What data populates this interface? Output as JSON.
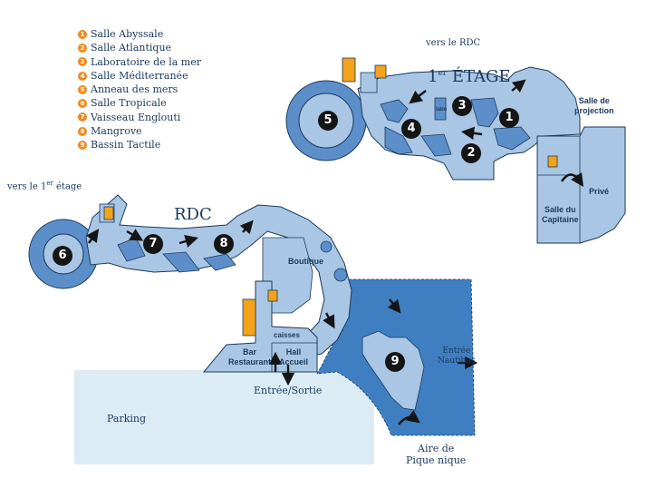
{
  "legend": [
    {
      "num": "1",
      "label": "Salle Abyssale"
    },
    {
      "num": "2",
      "label": "Salle Atlantique"
    },
    {
      "num": "3",
      "label": "Laboratoire de la mer"
    },
    {
      "num": "4",
      "label": "Salle Méditerranée"
    },
    {
      "num": "5",
      "label": "Anneau des mers"
    },
    {
      "num": "6",
      "label": "Salle Tropicale"
    },
    {
      "num": "7",
      "label": "Vaisseau Englouti"
    },
    {
      "num": "8",
      "label": "Mangrove"
    },
    {
      "num": "9",
      "label": "Bassin Tactile"
    }
  ],
  "floor_labels": {
    "upper_prefix": "1",
    "upper_sup": "er",
    "upper_suffix": " ÉTAGE",
    "ground": "RDC"
  },
  "stair_links": {
    "to_rdc": "vers le RDC",
    "to_first_prefix": "vers le 1",
    "to_first_sup": "er",
    "to_first_suffix": " étage"
  },
  "rooms": {
    "projection_line1": "Salle de",
    "projection_line2": "projection",
    "prive": "Privé",
    "capitaine_line1": "Salle du",
    "capitaine_line2": "Capitaine",
    "boutique": "Boutique",
    "caisses": "caisses",
    "bar_line1": "Bar",
    "bar_line2": "Restaurant",
    "hall_line1": "Hall",
    "hall_line2": "Accueil",
    "labo_tag": "labo"
  },
  "outside": {
    "entree_sortie": "Entrée/Sortie",
    "parking": "Parking",
    "nautibus_line1": "Entrée",
    "nautibus_line2": "Nautibus",
    "pique_line1": "Aire de",
    "pique_line2": "Pique nique"
  },
  "zone_numbers": [
    "1",
    "2",
    "3",
    "4",
    "5",
    "6",
    "7",
    "8",
    "9"
  ],
  "colors": {
    "building_fill": "#a9c6e4",
    "tank_fill": "#5c8fc9",
    "outline": "#1b3a5c",
    "outdoor_blue": "#3f7fc1",
    "parking": "#dcecf5",
    "legend_orange": "#f08a1c",
    "elevator_orange": "#f4a21a"
  }
}
